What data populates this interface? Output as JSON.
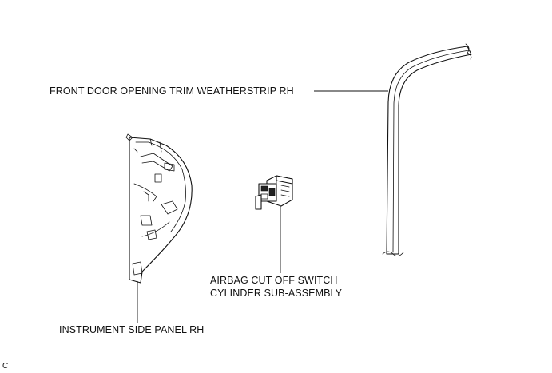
{
  "labels": {
    "weatherstrip": "FRONT DOOR OPENING TRIM WEATHERSTRIP RH",
    "switch_line1": "AIRBAG CUT OFF SWITCH",
    "switch_line2": "CYLINDER SUB-ASSEMBLY",
    "panel": "INSTRUMENT SIDE PANEL RH",
    "code": "C"
  }
}
